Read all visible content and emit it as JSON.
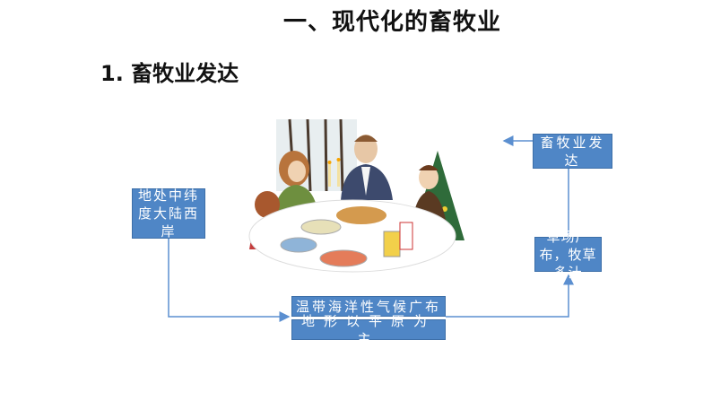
{
  "title": "一、现代化的畜牧业",
  "subtitle": "1. 畜牧业发达",
  "boxes": {
    "west_coast": "地处中纬度大陆西岸",
    "developed": "畜牧业发达",
    "grassland": "草场广布，牧草多汁",
    "climate": "温带海洋性气候广布",
    "terrain": "地形以平原为主"
  },
  "colors": {
    "box_fill": "#4f86c6",
    "arrow": "#5b8fd0"
  },
  "illustration": "family-dinner-illustration"
}
